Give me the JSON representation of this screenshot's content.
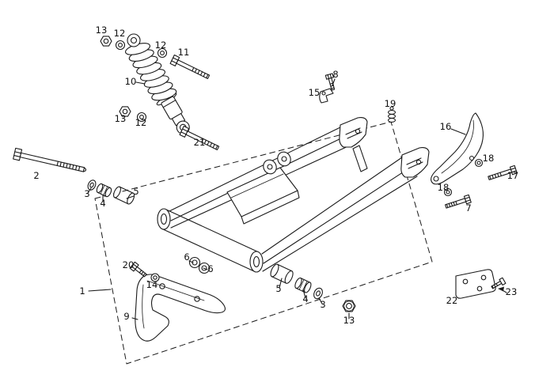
{
  "colors": {
    "background": "#ffffff",
    "line": "#1a1a1a",
    "label_text": "#111111"
  },
  "callouts": [
    {
      "n": "13"
    },
    {
      "n": "12"
    },
    {
      "n": "12"
    },
    {
      "n": "11"
    },
    {
      "n": "10"
    },
    {
      "n": "8"
    },
    {
      "n": "15"
    },
    {
      "n": "13"
    },
    {
      "n": "12"
    },
    {
      "n": "19"
    },
    {
      "n": "16"
    },
    {
      "n": "21"
    },
    {
      "n": "18"
    },
    {
      "n": "17"
    },
    {
      "n": "2"
    },
    {
      "n": "18"
    },
    {
      "n": "7"
    },
    {
      "n": "3"
    },
    {
      "n": "4"
    },
    {
      "n": "5"
    },
    {
      "n": "6"
    },
    {
      "n": "6"
    },
    {
      "n": "20"
    },
    {
      "n": "14"
    },
    {
      "n": "1"
    },
    {
      "n": "9"
    },
    {
      "n": "5"
    },
    {
      "n": "4"
    },
    {
      "n": "3"
    },
    {
      "n": "13"
    },
    {
      "n": "22"
    },
    {
      "n": "23"
    }
  ]
}
